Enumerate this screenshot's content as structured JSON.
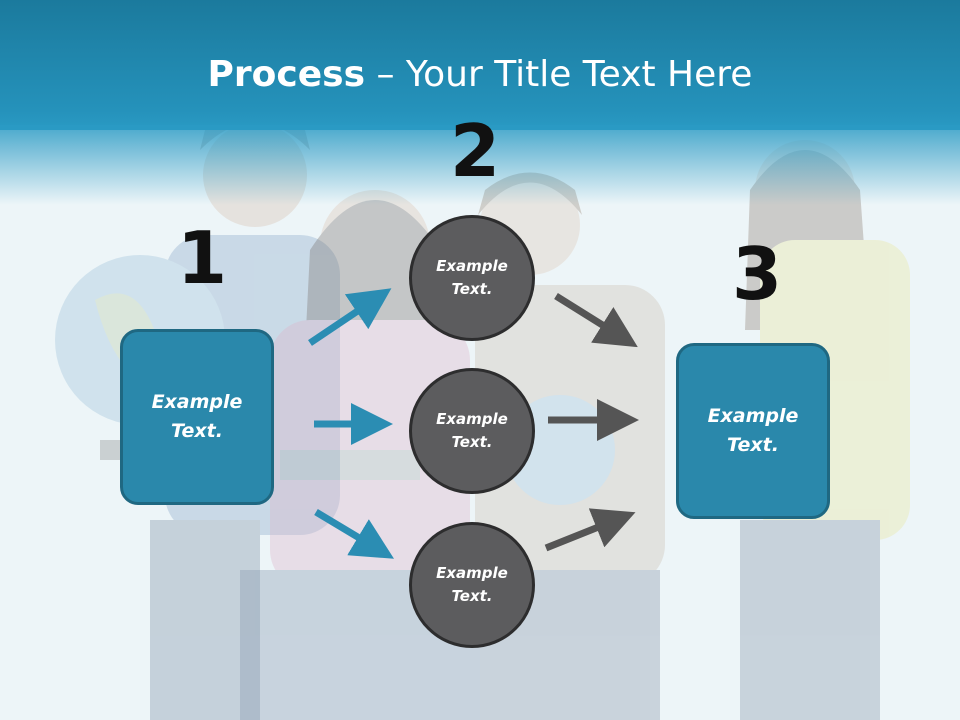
{
  "slide": {
    "title_bold": "Process",
    "title_rest": " – Your Title Text Here"
  },
  "steps": {
    "n1": "1",
    "n2": "2",
    "n3": "3"
  },
  "boxes": {
    "left": "Example Text.",
    "right": "Example Text."
  },
  "circles": {
    "top": "Example Text.",
    "middle": "Example Text.",
    "bottom": "Example Text."
  },
  "colors": {
    "header": "#2592bb",
    "box_fill": "#2a88ab",
    "circle_fill": "#5c5c5e",
    "blue_arrow": "#2b8db3",
    "dark_arrow": "#555555"
  }
}
